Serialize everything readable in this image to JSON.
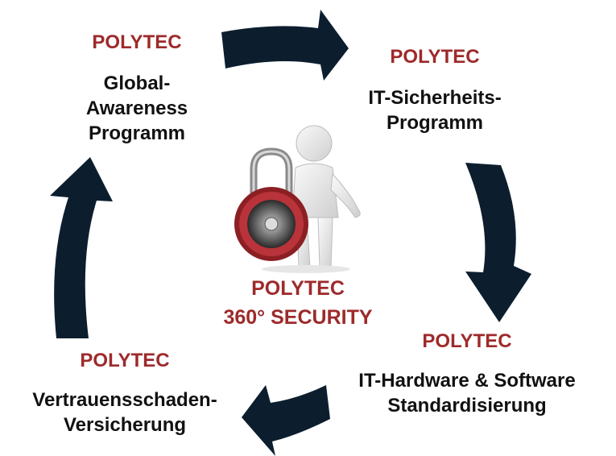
{
  "colors": {
    "arrow": "#0c1e2e",
    "brand": "#9e2a2b",
    "text": "#111111"
  },
  "top_left": {
    "brand": "POLYTEC",
    "line1": "Global-",
    "line2": "Awareness",
    "line3": "Programm"
  },
  "top_right": {
    "brand": "POLYTEC",
    "line1": "IT-Sicherheits-",
    "line2": "Programm"
  },
  "bottom_right": {
    "brand": "POLYTEC",
    "line1": "IT-Hardware & Software",
    "line2": "Standardisierung"
  },
  "bottom_left": {
    "brand": "POLYTEC",
    "line1": "Vertrauensschaden-",
    "line2": "Versicherung"
  },
  "center": {
    "brand": "POLYTEC",
    "tagline": "360° SECURITY"
  },
  "icons": [
    "arrow-icon",
    "padlock-icon",
    "person-figure-icon"
  ]
}
